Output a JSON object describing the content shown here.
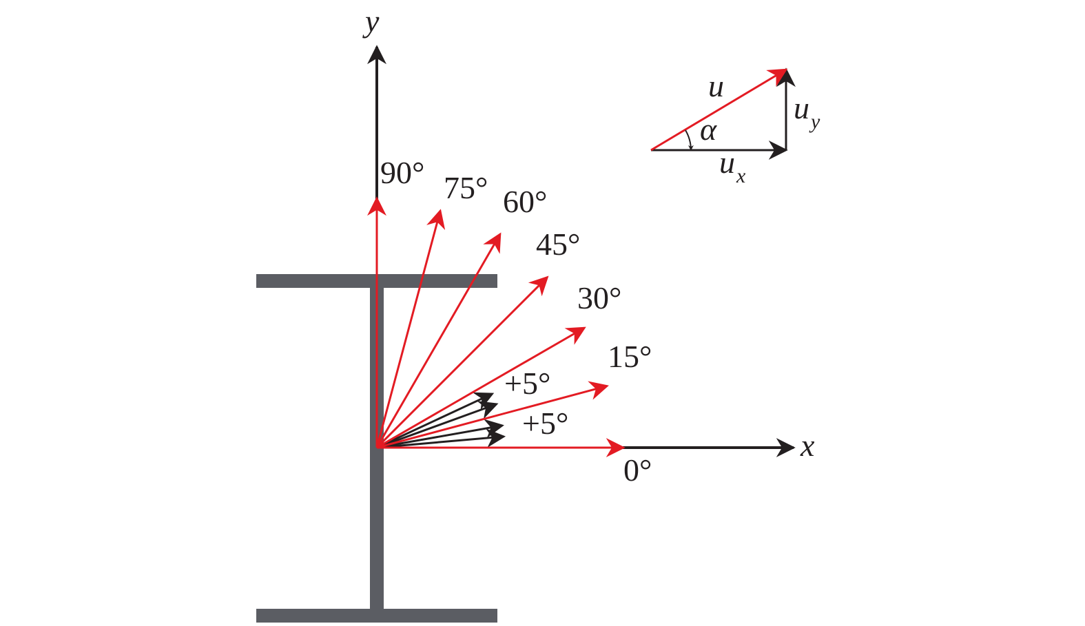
{
  "axes": {
    "x_label": "x",
    "y_label": "y"
  },
  "angles": [
    {
      "deg": 0,
      "label": "0°"
    },
    {
      "deg": 15,
      "label": "15°"
    },
    {
      "deg": 30,
      "label": "30°"
    },
    {
      "deg": 45,
      "label": "45°"
    },
    {
      "deg": 60,
      "label": "60°"
    },
    {
      "deg": 75,
      "label": "75°"
    },
    {
      "deg": 90,
      "label": "90°"
    }
  ],
  "increment_labels": [
    "+5°",
    "+5°"
  ],
  "inset": {
    "u": "u",
    "alpha": "α",
    "ux_base": "u",
    "ux_sub": "x",
    "uy_base": "u",
    "uy_sub": "y"
  },
  "colors": {
    "red": "#e31b23",
    "black": "#231f20",
    "beam": "#5b5d63"
  }
}
